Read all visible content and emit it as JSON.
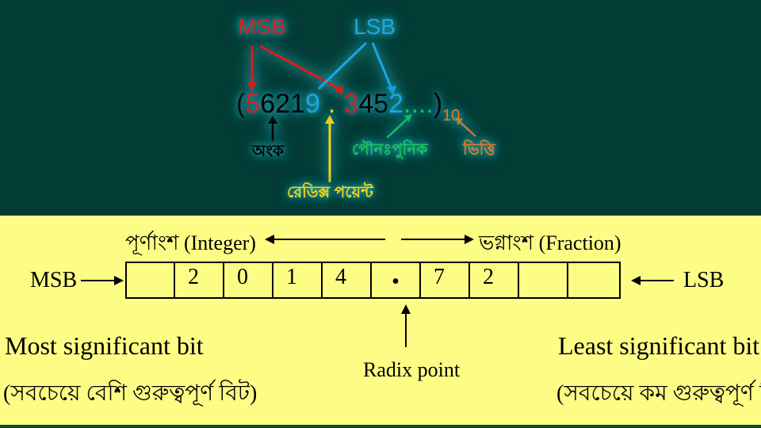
{
  "top": {
    "msb": "MSB",
    "lsb": "LSB",
    "open_paren": "(",
    "digit_msb": "5",
    "digits_int_mid": "621",
    "digit_int_last": "9",
    "point": ".",
    "digit_frac_first": "3",
    "digits_frac_mid": "45",
    "digit_lsb": "2",
    "repeat_dots": "....",
    "close_paren": ")",
    "base": "10",
    "label_digit": "অংক",
    "label_repeating": "পৌনঃপুনিক",
    "label_base": "ভিত্তি",
    "label_radix": "রেডিক্স পয়েন্ট",
    "colors": {
      "red": "#e01b1b",
      "blue": "#1aa6e8",
      "yellow": "#f2d21b",
      "green": "#17c45a",
      "orange": "#e07a2a"
    }
  },
  "bottom": {
    "integer_label": "পূর্ণাংশ (Integer)",
    "fraction_label": "ভগ্নাংশ (Fraction)",
    "msb_label": "MSB",
    "lsb_label": "LSB",
    "cells": [
      "",
      "2",
      "0",
      "1",
      "4",
      "•",
      "7",
      "2",
      "",
      ""
    ],
    "radix_point_label": "Radix point",
    "msb_desc": "Most significant bit",
    "msb_desc_bn": "(সবচেয়ে বেশি গুরুত্বপূর্ণ বিট)",
    "lsb_desc": "Least significant bit",
    "lsb_desc_bn": "(সবচেয়ে কম গুরুত্বপূর্ণ বিট)"
  }
}
